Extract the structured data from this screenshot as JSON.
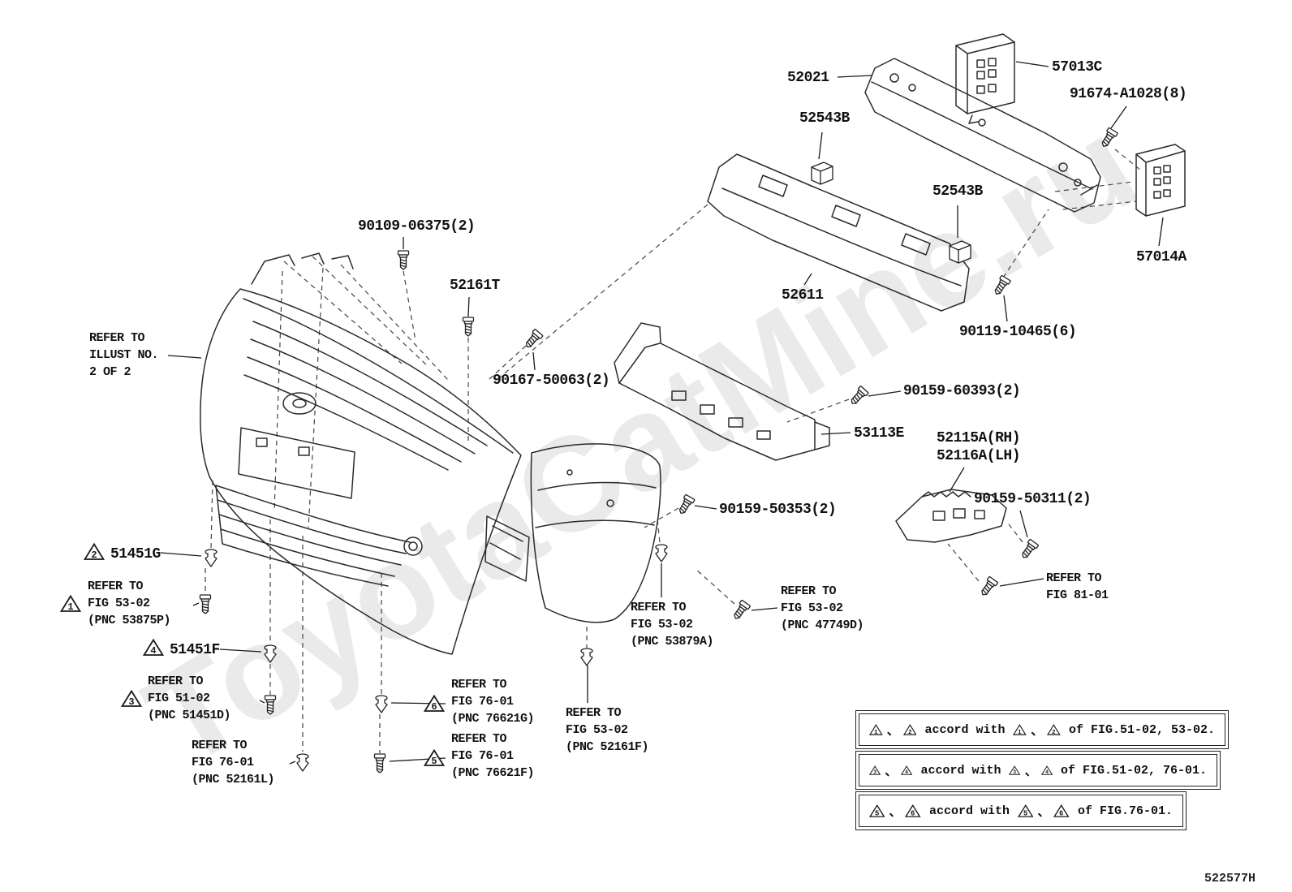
{
  "doc": {
    "footer_code": "522577H",
    "watermark": "ToyotaCatMine.ru"
  },
  "labels": {
    "p52021": "52021",
    "p57013C": "57013C",
    "p91674": "91674-A1028(8)",
    "p52543B_top": "52543B",
    "p52543B_mid": "52543B",
    "p57014A": "57014A",
    "p90109": "90109-06375(2)",
    "p52161T": "52161T",
    "p52611": "52611",
    "p90119": "90119-10465(6)",
    "p90167": "90167-50063(2)",
    "p90159_60393": "90159-60393(2)",
    "p53113E": "53113E",
    "p52115A": "52115A(RH)",
    "p52116A": "52116A(LH)",
    "p90159_50311": "90159-50311(2)",
    "p90159_50353": "90159-50353(2)",
    "p51451G": "51451G",
    "p51451F": "51451F"
  },
  "markers": {
    "m1": "1",
    "m2": "2",
    "m3": "3",
    "m4": "4",
    "m5": "5",
    "m6": "6"
  },
  "notes": {
    "illust": "REFER TO\nILLUST NO.\n2 OF 2",
    "fig5302_53875P": "REFER TO\nFIG 53-02\n(PNC 53875P)",
    "fig5102_51451D": "REFER TO\nFIG 51-02\n(PNC 51451D)",
    "fig7601_52161L": "REFER TO\nFIG 76-01\n(PNC 52161L)",
    "fig7601_76621G": "REFER TO\nFIG 76-01\n(PNC 76621G)",
    "fig7601_76621F": "REFER TO\nFIG 76-01\n(PNC 76621F)",
    "fig5302_52161F": "REFER TO\nFIG 53-02\n(PNC 52161F)",
    "fig5302_53879A": "REFER TO\nFIG 53-02\n(PNC 53879A)",
    "fig5302_47749D": "REFER TO\nFIG 53-02\n(PNC 47749D)",
    "fig8101": "REFER TO\nFIG 81-01"
  },
  "legend": {
    "separator": "、",
    "accord": "accord with",
    "rows": [
      {
        "left1": "1",
        "left2": "2",
        "right1": "1",
        "right2": "2",
        "tail": "of FIG.51-02, 53-02."
      },
      {
        "left1": "3",
        "left2": "4",
        "right1": "3",
        "right2": "4",
        "tail": "of FIG.51-02, 76-01."
      },
      {
        "left1": "5",
        "left2": "6",
        "right1": "5",
        "right2": "6",
        "tail": "of FIG.76-01."
      }
    ]
  }
}
